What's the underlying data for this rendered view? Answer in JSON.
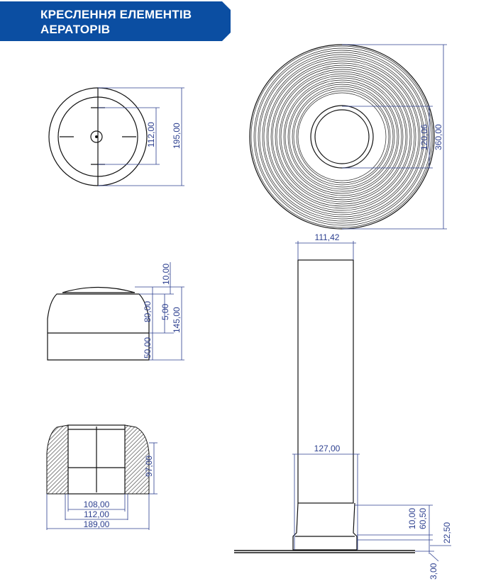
{
  "header": {
    "title_line1": "КРЕСЛЕННЯ ЕЛЕМЕНТІВ",
    "title_line2": "АЕРАТОРІВ",
    "color": "#0b4ea2"
  },
  "dimensions": {
    "cap_top_inner": "112,00",
    "cap_top_outer": "195,00",
    "disc_inner": "120,06",
    "disc_outer": "360,00",
    "cap_side_top": "10,00",
    "cap_side_dome": "80,00",
    "cap_side_gap": "5,00",
    "cap_side_total": "145,00",
    "cap_side_base": "50,00",
    "section_height": "97,00",
    "section_inner": "108,00",
    "section_mid": "112,00",
    "section_outer": "189,00",
    "tube_width": "111,42",
    "base_width": "127,00",
    "base_collar": "10,00",
    "base_height": "60,50",
    "base_total": "22,50",
    "plate_thickness": "3,00"
  }
}
